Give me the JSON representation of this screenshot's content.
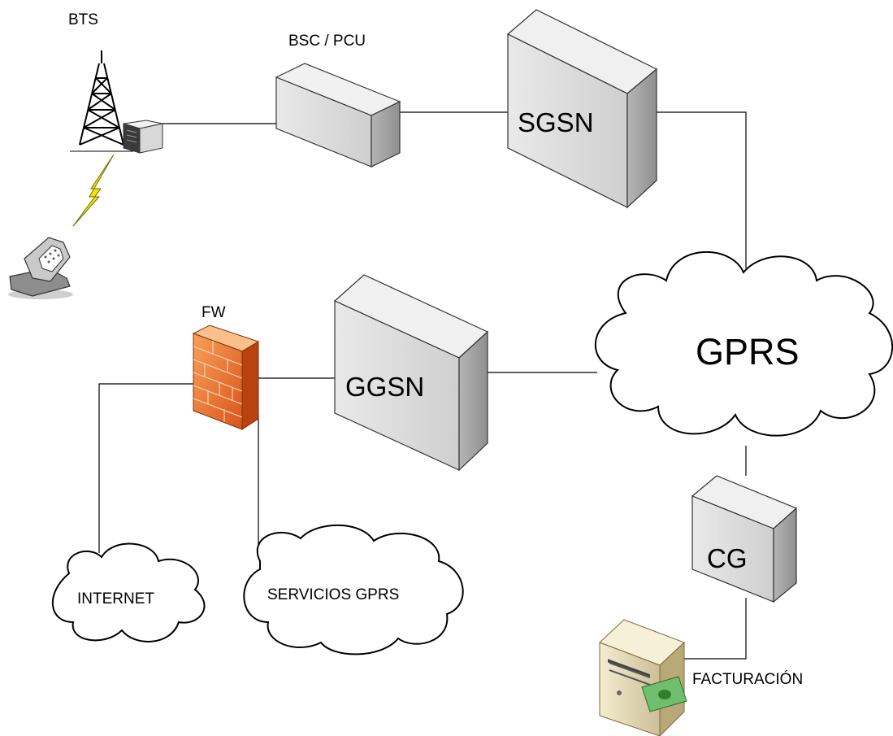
{
  "labels": {
    "bts": "BTS",
    "bsc_pcu": "BSC / PCU",
    "sgsn": "SGSN",
    "gprs": "GPRS",
    "fw": "FW",
    "ggsn": "GGSN",
    "cg": "CG",
    "internet": "INTERNET",
    "servicios_gprs": "SERVICIOS GPRS",
    "facturacion": "FACTURACIÓN"
  },
  "colors": {
    "server_front": "#dcdcdc",
    "server_side": "#a9a9a9",
    "server_top": "#f2f2f2",
    "firewall": "#e8691c",
    "lightning": "#f3e600",
    "line": "#000000"
  }
}
